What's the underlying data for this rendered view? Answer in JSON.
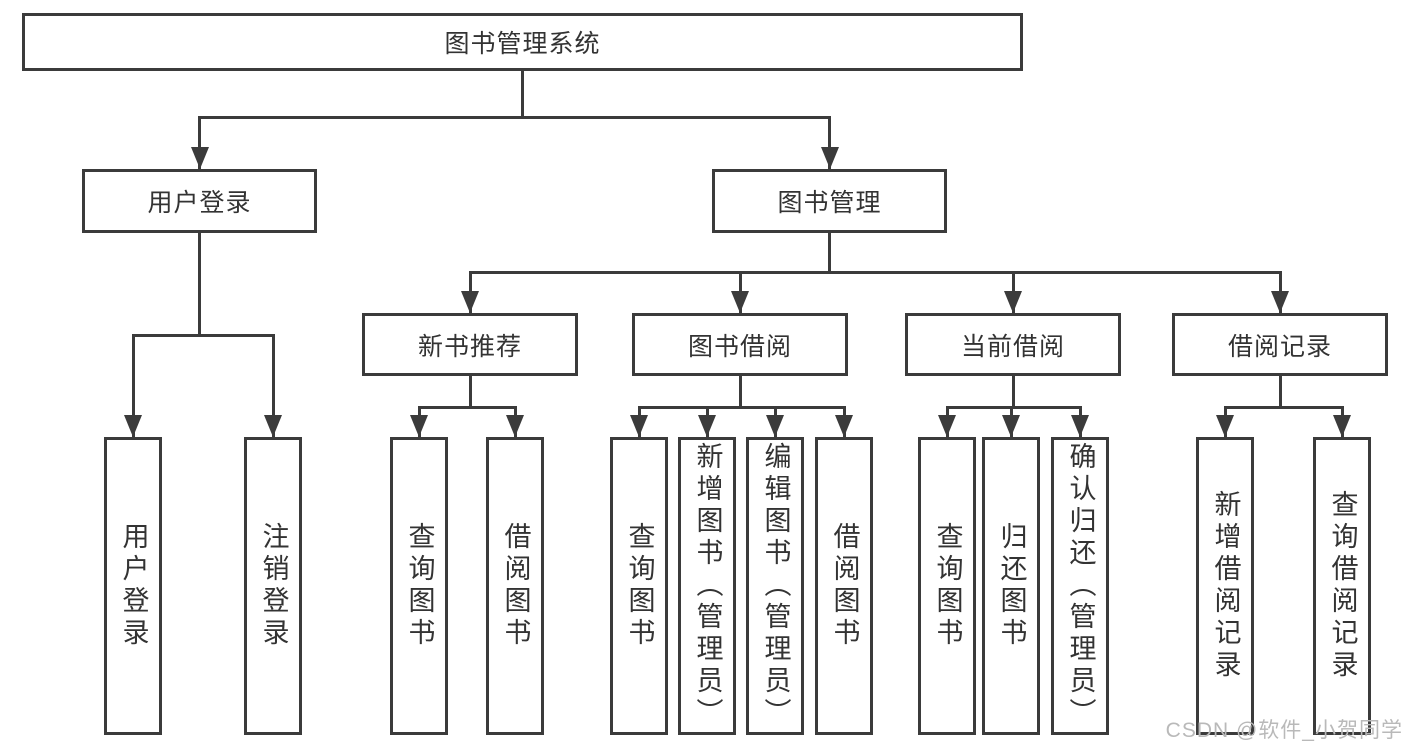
{
  "diagram_title": "图书管理系统",
  "tree": {
    "root": {
      "label": "图书管理系统"
    },
    "branches": [
      {
        "label": "用户登录",
        "children": [
          {
            "label": "用户登录"
          },
          {
            "label": "注销登录"
          }
        ]
      },
      {
        "label": "图书管理",
        "children": [
          {
            "label": "新书推荐",
            "children": [
              {
                "label": "查询图书"
              },
              {
                "label": "借阅图书"
              }
            ]
          },
          {
            "label": "图书借阅",
            "children": [
              {
                "label": "查询图书"
              },
              {
                "label": "新增图书（管理员）"
              },
              {
                "label": "编辑图书（管理员）"
              },
              {
                "label": "借阅图书"
              }
            ]
          },
          {
            "label": "当前借阅",
            "children": [
              {
                "label": "查询图书"
              },
              {
                "label": "归还图书"
              },
              {
                "label": "确认归还（管理员）"
              }
            ]
          },
          {
            "label": "借阅记录",
            "children": [
              {
                "label": "新增借阅记录"
              },
              {
                "label": "查询借阅记录"
              }
            ]
          }
        ]
      }
    ]
  },
  "watermark": {
    "text": "CSDN @软件_小贺同学"
  },
  "colors": {
    "line": "#3b3b3b",
    "text": "#333333",
    "watermark": "#b9b9b9",
    "background": "#ffffff"
  }
}
